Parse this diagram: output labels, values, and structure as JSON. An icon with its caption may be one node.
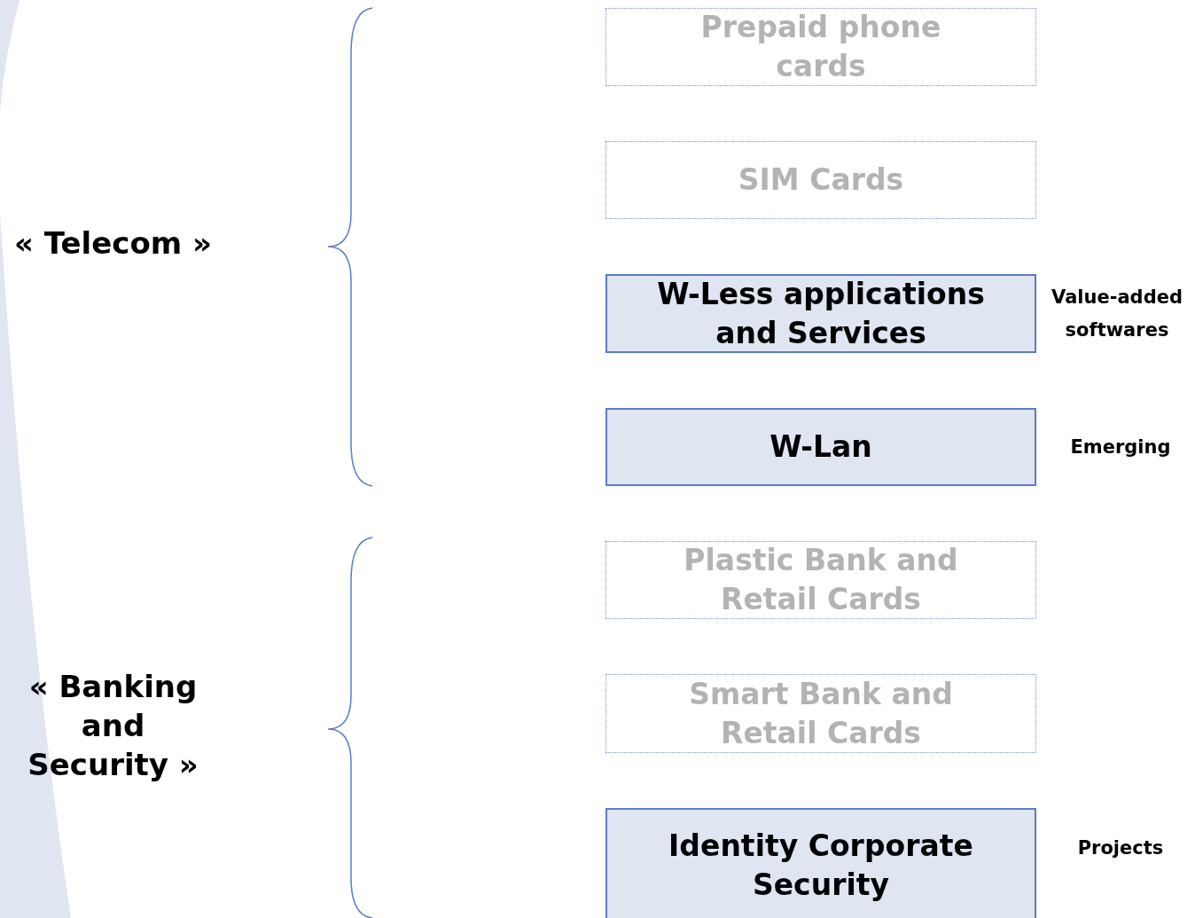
{
  "diagram": {
    "nodes": [
      {
        "text": [
          "Prepaid phone cards"
        ]
      },
      {
        "text": [
          "SIM Cards"
        ]
      },
      {
        "text": [
          "W-Less applications and Services"
        ],
        "beside": [
          "Value-added softwares"
        ]
      },
      {
        "text": [
          "W-Lan"
        ],
        "beside": [
          "Emerging"
        ]
      },
      {
        "text": [
          "Plastic Bank and Retail Cards"
        ]
      },
      {
        "text": [
          "Smart Bank and Retail Cards"
        ]
      },
      {
        "text": [
          "Identity Corporate Security"
        ],
        "beside": [
          "Projects"
        ]
      }
    ],
    "edges": [],
    "labels": [
      "« Telecom »",
      "« Banking and Security »"
    ]
  }
}
